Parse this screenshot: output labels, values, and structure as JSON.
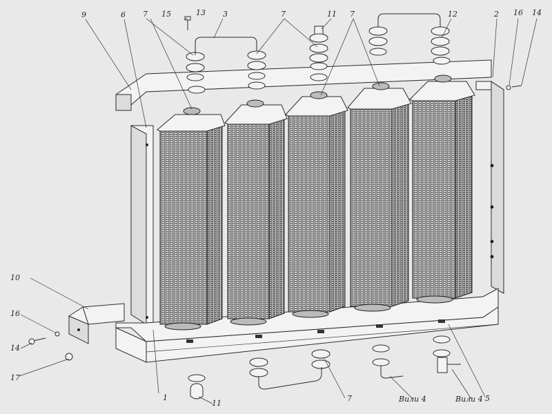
{
  "labels": [
    {
      "id": "l9",
      "text": "9"
    },
    {
      "id": "l6",
      "text": "6"
    },
    {
      "id": "l7a",
      "text": "7"
    },
    {
      "id": "l15",
      "text": "15"
    },
    {
      "id": "l13",
      "text": "13"
    },
    {
      "id": "l3",
      "text": "3"
    },
    {
      "id": "l7b",
      "text": "7"
    },
    {
      "id": "l11a",
      "text": "11"
    },
    {
      "id": "l7c",
      "text": "7"
    },
    {
      "id": "l12",
      "text": "12"
    },
    {
      "id": "l2",
      "text": "2"
    },
    {
      "id": "l16a",
      "text": "16"
    },
    {
      "id": "l14a",
      "text": "14"
    },
    {
      "id": "l10",
      "text": "10"
    },
    {
      "id": "l16b",
      "text": "16"
    },
    {
      "id": "l14b",
      "text": "14"
    },
    {
      "id": "l17",
      "text": "17"
    },
    {
      "id": "l1",
      "text": "1"
    },
    {
      "id": "l11b",
      "text": "11"
    },
    {
      "id": "l7d",
      "text": "7"
    },
    {
      "id": "lv1",
      "text": "Вили 4"
    },
    {
      "id": "lv2",
      "text": "Вили 4"
    },
    {
      "id": "l5",
      "text": "5"
    }
  ]
}
